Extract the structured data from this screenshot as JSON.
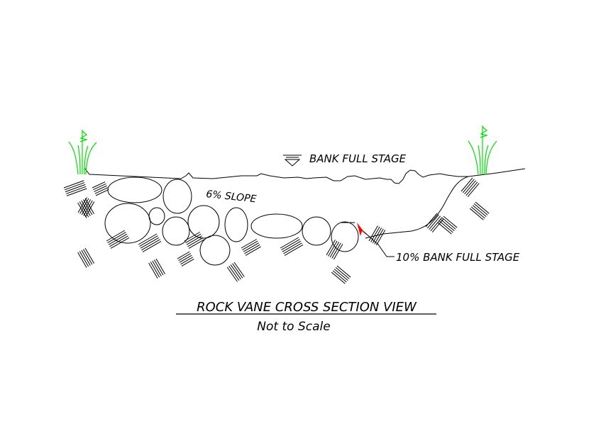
{
  "drawing": {
    "water_label": "BANK FULL STAGE",
    "slope_label": "6% SLOPE",
    "leader_label": "10% BANK FULL STAGE",
    "title": "ROCK VANE CROSS SECTION VIEW",
    "subtitle": "Not to Scale"
  },
  "colors": {
    "line": "#000000",
    "vegetation": "#00e000",
    "arrow": "#ff0000"
  }
}
